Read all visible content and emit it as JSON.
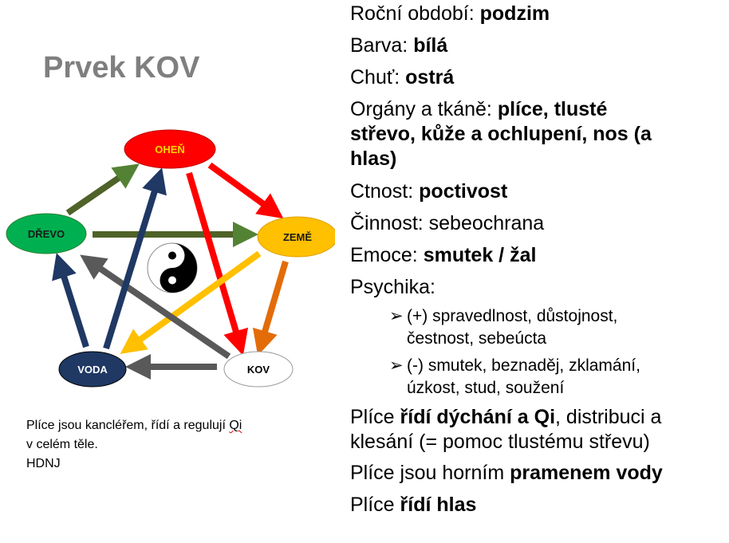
{
  "title": "Prvek KOV",
  "diagram": {
    "nodes": {
      "ohen": {
        "label": "OHEŇ",
        "fill": "#ff0000",
        "text": "#ffd700"
      },
      "drevo": {
        "label": "DŘEVO",
        "fill": "#00b050",
        "text": "#1a1a1a"
      },
      "zeme": {
        "label": "ZEMĚ",
        "fill": "#ffc000",
        "text": "#1a1a1a"
      },
      "voda": {
        "label": "VODA",
        "fill": "#1f3864",
        "text": "#ffffff"
      },
      "kov": {
        "label": "KOV",
        "fill": "#ffffff",
        "text": "#000000"
      }
    }
  },
  "note": {
    "line1_a": "Plíce jsou kancléřem, řídí a regulují ",
    "line1_b": "Qi",
    "line2": "v celém těle.",
    "line3": "HDNJ"
  },
  "info": {
    "season_label": "Roční období: ",
    "season": "podzim",
    "color_label": "Barva: ",
    "color": "bílá",
    "taste_label": "Chuť: ",
    "taste": "ostrá",
    "organs_label": "Orgány a tkáně: ",
    "organs_1": "plíce, tlusté",
    "organs_2": "střevo, kůže a ochlupení, nos (a",
    "organs_3": "hlas)",
    "virtue_label": "Ctnost: ",
    "virtue": "poctivost",
    "activity": "Činnost: sebeochrana",
    "emotion_label": "Emoce: ",
    "emotion": "smutek / žal",
    "psyche_label": "Psychika:",
    "psyche_pos_1": "(+) spravedlnost, důstojnost,",
    "psyche_pos_2": "čestnost, sebeúcta",
    "psyche_neg_1": "(-) smutek, beznaděj, zklamání,",
    "psyche_neg_2": "úzkost, stud, soužení",
    "l1_a": "Plíce ",
    "l1_b": "řídí dýchání a Qi",
    "l1_c": ", distribuci a",
    "l1_d": "klesání (= pomoc tlustému střevu)",
    "l2_a": "Plíce jsou horním ",
    "l2_b": "pramenem vody",
    "l3_a": "Plíce ",
    "l3_b": "řídí hlas",
    "bullet": "➢"
  }
}
